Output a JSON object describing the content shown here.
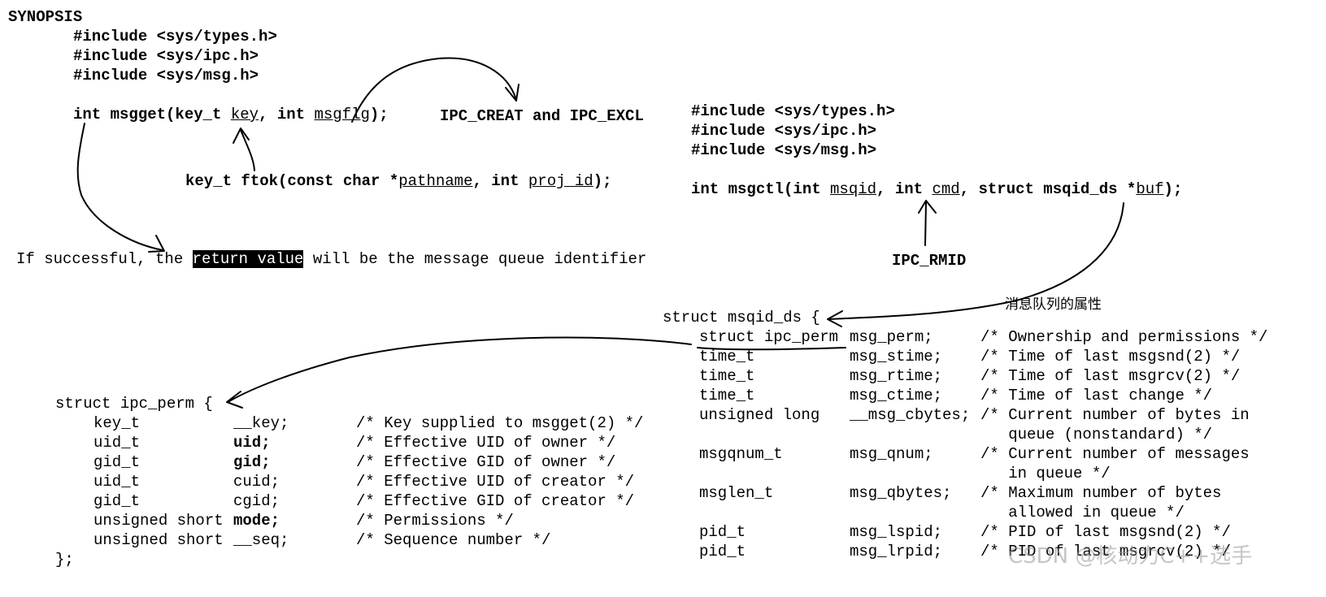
{
  "synopsis": {
    "heading": "SYNOPSIS",
    "includes": [
      "#include <sys/types.h>",
      "#include <sys/ipc.h>",
      "#include <sys/msg.h>"
    ],
    "msgget": {
      "prefix": "int msgget(key_t ",
      "key": "key",
      "mid": ", int ",
      "flg": "msgflg",
      "suffix": ");"
    },
    "ipc_flags": "IPC_CREAT and IPC_EXCL",
    "ftok": {
      "prefix": "key_t ftok(const char *",
      "path": "pathname",
      "mid": ", int ",
      "proj": "proj_id",
      "suffix": ");"
    },
    "return_note": {
      "before": "If successful, the ",
      "highlight": "return value",
      "after": " will be the message queue identifier"
    }
  },
  "msgctl_block": {
    "includes": [
      "#include <sys/types.h>",
      "#include <sys/ipc.h>",
      "#include <sys/msg.h>"
    ],
    "msgctl": {
      "prefix": "int msgctl(int ",
      "msqid": "msqid",
      "mid1": ", int ",
      "cmd": "cmd",
      "mid2": ", struct msqid_ds *",
      "buf": "buf",
      "suffix": ");"
    },
    "rmid": "IPC_RMID",
    "cn_label": "消息队列的属性"
  },
  "msqid_ds": {
    "open": "struct msqid_ds {",
    "fields": [
      {
        "type": "struct ipc_perm",
        "name": "msg_perm;",
        "comment": [
          "/* Ownership and permissions */"
        ]
      },
      {
        "type": "time_t",
        "name": "msg_stime;",
        "comment": [
          "/* Time of last msgsnd(2) */"
        ]
      },
      {
        "type": "time_t",
        "name": "msg_rtime;",
        "comment": [
          "/* Time of last msgrcv(2) */"
        ]
      },
      {
        "type": "time_t",
        "name": "msg_ctime;",
        "comment": [
          "/* Time of last change */"
        ]
      },
      {
        "type": "unsigned long",
        "name": "__msg_cbytes;",
        "comment": [
          "/* Current number of bytes in",
          "   queue (nonstandard) */"
        ]
      },
      {
        "type": "msgqnum_t",
        "name": "msg_qnum;",
        "comment": [
          "/* Current number of messages",
          "   in queue */"
        ]
      },
      {
        "type": "msglen_t",
        "name": "msg_qbytes;",
        "comment": [
          "/* Maximum number of bytes",
          "   allowed in queue */"
        ]
      },
      {
        "type": "pid_t",
        "name": "msg_lspid;",
        "comment": [
          "/* PID of last msgsnd(2) */"
        ]
      },
      {
        "type": "pid_t",
        "name": "msg_lrpid;",
        "comment": [
          "/* PID of last msgrcv(2) */"
        ]
      }
    ]
  },
  "ipc_perm": {
    "open": "struct ipc_perm {",
    "close": "};",
    "fields": [
      {
        "type": "key_t",
        "name": "__key;",
        "bold": false,
        "comment": "/* Key supplied to msgget(2) */"
      },
      {
        "type": "uid_t",
        "name": "uid;",
        "bold": true,
        "comment": "/* Effective UID of owner */"
      },
      {
        "type": "gid_t",
        "name": "gid;",
        "bold": true,
        "comment": "/* Effective GID of owner */"
      },
      {
        "type": "uid_t",
        "name": "cuid;",
        "bold": false,
        "comment": "/* Effective UID of creator */"
      },
      {
        "type": "gid_t",
        "name": "cgid;",
        "bold": false,
        "comment": "/* Effective GID of creator */"
      },
      {
        "type": "unsigned short",
        "name": "mode;",
        "bold": true,
        "comment": "/* Permissions */"
      },
      {
        "type": "unsigned short",
        "name": "__seq;",
        "bold": false,
        "comment": "/* Sequence number */"
      }
    ]
  },
  "watermark": "CSDN @核动力C++选手"
}
